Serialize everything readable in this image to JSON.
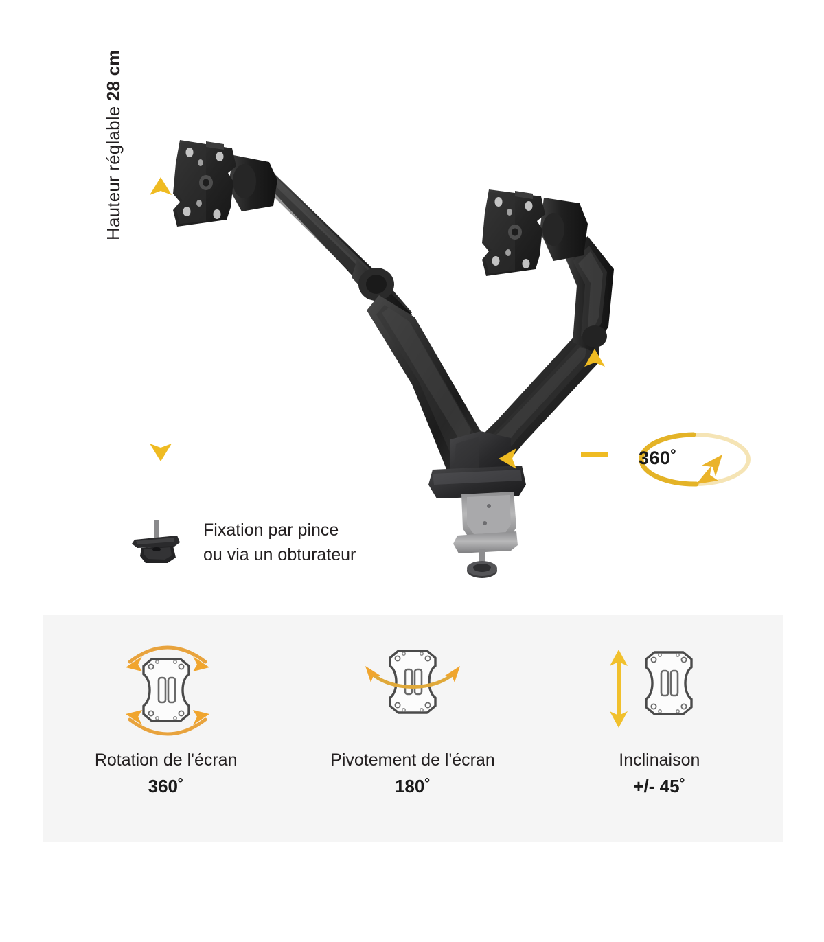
{
  "page": {
    "background_color": "#ffffff",
    "accent_color": "#f2c12e",
    "accent_arc_color": "#e8a33d",
    "panel_background": "#f5f5f5",
    "text_color": "#231f20",
    "product_color": "#2b2b2b"
  },
  "hero": {
    "height_dimension": {
      "label_prefix": "Hauteur réglable ",
      "value": "28 cm",
      "icon": "double-arrow-vertical-icon"
    },
    "clamp_caption": {
      "line1": "Fixation par pince",
      "line2": "ou via un obturateur",
      "icon": "grommet-mount-icon"
    },
    "rotation_badge": {
      "value": "360˚",
      "icon": "ellipse-rotation-arrow-icon"
    },
    "product": {
      "name": "dual-monitor-gas-spring-desk-mount",
      "left_arm_icon": "monitor-arm-left-icon",
      "right_arm_icon": "monitor-arm-right-icon",
      "vesa_plate_icon": "vesa-plate-icon",
      "desk_clamp_icon": "desk-clamp-icon"
    }
  },
  "features": [
    {
      "id": "screen-rotation",
      "icon": "vesa-plate-rotation-icon",
      "arrows": "curved-double-arrows-horizontal",
      "label": "Rotation de l'écran",
      "value": "360˚"
    },
    {
      "id": "screen-swivel",
      "icon": "vesa-plate-swivel-icon",
      "arrows": "curved-arrow-through-plate",
      "label": "Pivotement de l'écran",
      "value": "180˚"
    },
    {
      "id": "screen-tilt",
      "icon": "vesa-plate-tilt-icon",
      "arrows": "straight-double-arrow-vertical",
      "label": "Inclinaison",
      "value": "+/- 45˚"
    }
  ]
}
